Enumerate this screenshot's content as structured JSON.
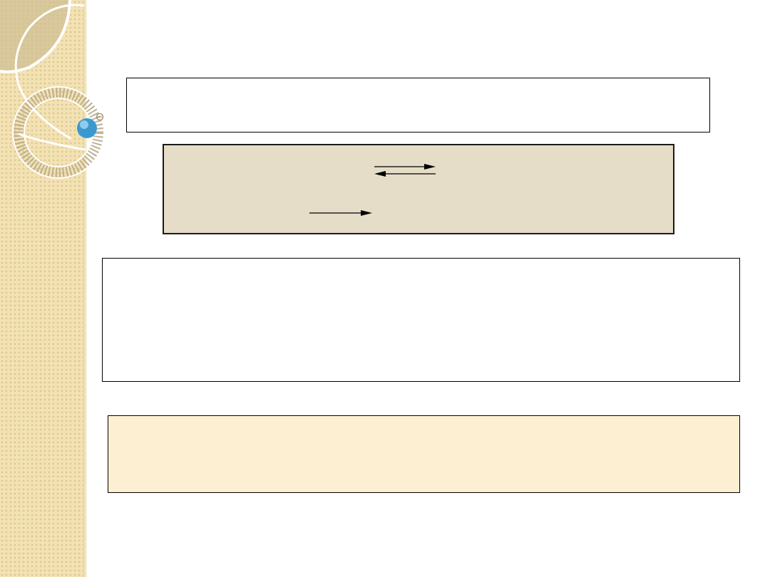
{
  "slide": {
    "background": "#ffffff",
    "accent_strip_color": "#f3e2b3",
    "boxes": [
      {
        "id": "box-1",
        "fill": "#ffffff",
        "border": "#000000"
      },
      {
        "id": "box-2",
        "fill": "#e6ddc8",
        "border": "#1a1a1a",
        "icons": [
          "equilibrium-arrows-icon",
          "reaction-arrow-icon"
        ]
      },
      {
        "id": "box-3",
        "fill": "#ffffff",
        "border": "#000000"
      },
      {
        "id": "box-4",
        "fill": "#fdf0d2",
        "border": "#000000"
      }
    ]
  }
}
